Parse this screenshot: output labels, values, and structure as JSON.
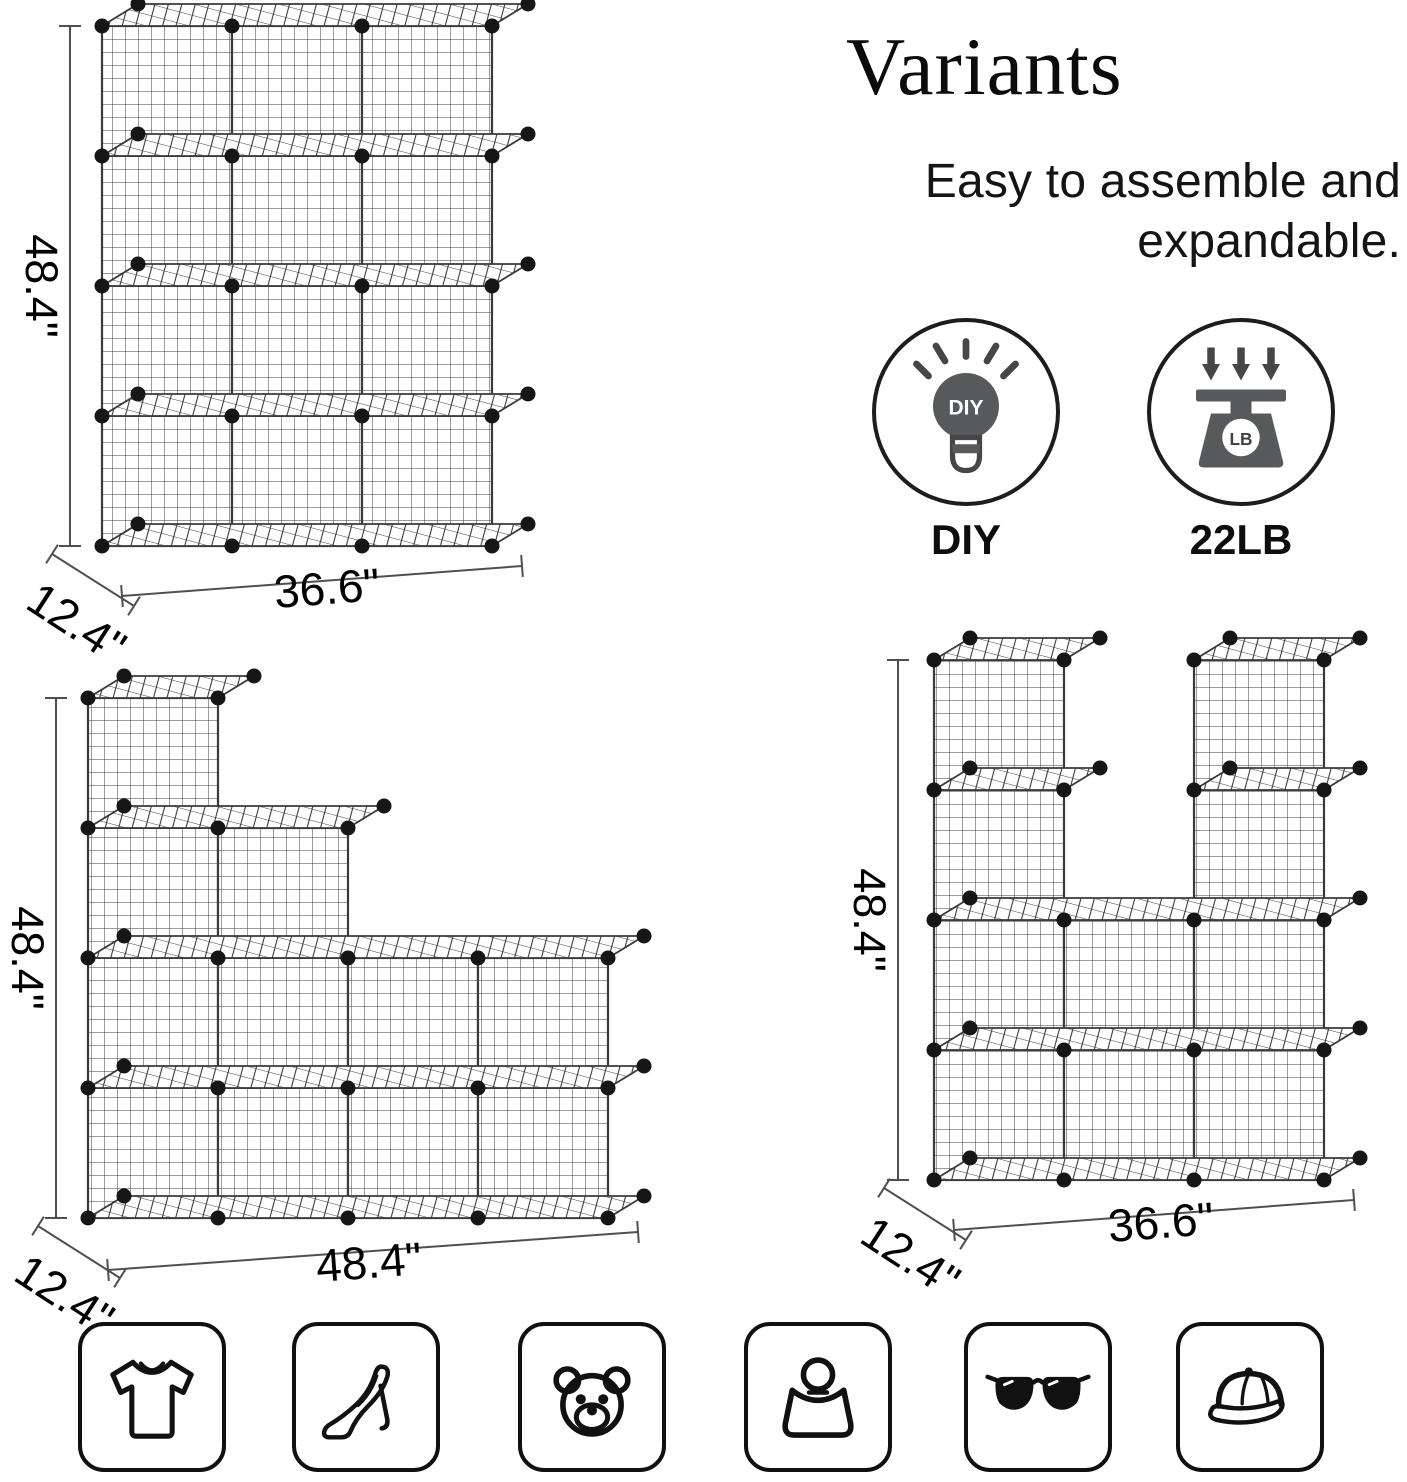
{
  "header": {
    "title": "Variants",
    "tagline": [
      "Easy to assemble and",
      "expandable."
    ]
  },
  "features": [
    {
      "label": "DIY",
      "icon": "diy-lightbulb-icon",
      "icon_text": "DIY"
    },
    {
      "label": "22LB",
      "icon": "weight-scale-icon",
      "icon_text": "LB"
    }
  ],
  "units": [
    {
      "name": "cube-organizer-12-cube-grid",
      "col_heights": [
        4,
        4,
        4
      ],
      "height_label": "48.4\"",
      "depth_label": "12.4\"",
      "width_label": "36.6\""
    },
    {
      "name": "cube-organizer-staircase-wide",
      "col_heights": [
        4,
        3,
        2,
        2
      ],
      "height_label": "48.4\"",
      "depth_label": "12.4\"",
      "width_label": "48.4\""
    },
    {
      "name": "cube-organizer-twin-towers",
      "col_heights": [
        4,
        2,
        4
      ],
      "height_label": "48.4\"",
      "depth_label": "12.4\"",
      "width_label": "36.6\""
    }
  ],
  "suitable_items": [
    {
      "name": "tshirt-icon"
    },
    {
      "name": "high-heel-icon"
    },
    {
      "name": "teddy-bear-icon"
    },
    {
      "name": "handbag-icon"
    },
    {
      "name": "sunglasses-icon"
    },
    {
      "name": "baseball-cap-icon"
    }
  ],
  "colors": {
    "wire": "#3a3a3a",
    "ball": "#161616",
    "dim_line": "#4f4f4f",
    "badge_gray": "#58595b",
    "ink": "#111111"
  }
}
